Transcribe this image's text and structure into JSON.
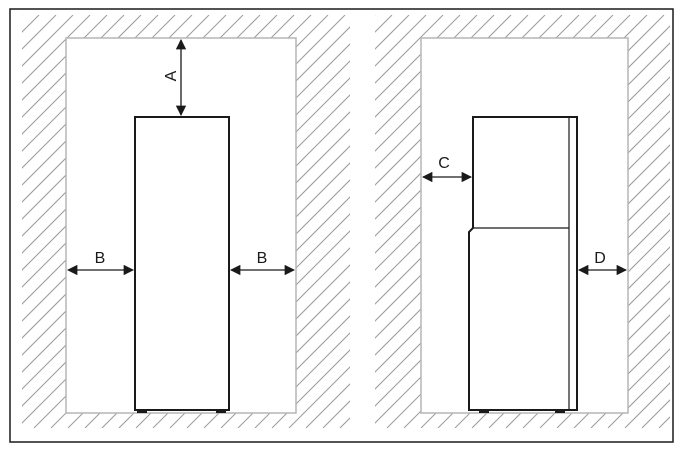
{
  "labels": {
    "a": "A",
    "b_left": "B",
    "b_right": "B",
    "c": "C",
    "d": "D"
  },
  "colors": {
    "frame": "#1a1a1a",
    "wall_outline": "#b5b5b5",
    "hatch": "#9a9a9a",
    "unit_outline": "#1a1a1a",
    "arrow": "#1a1a1a"
  }
}
